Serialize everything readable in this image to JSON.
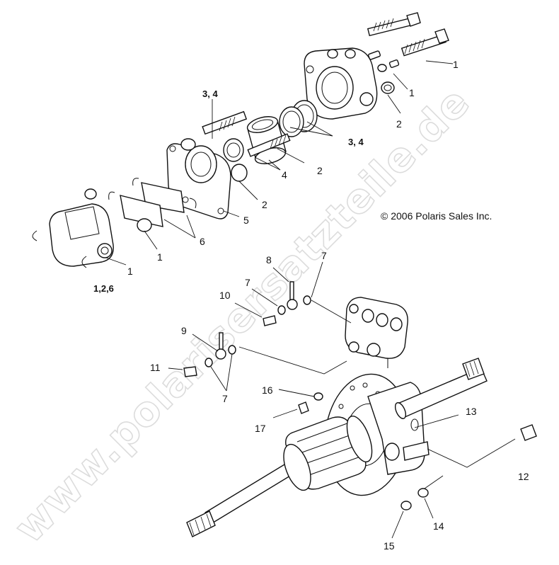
{
  "copyright": "© 2006 Polaris Sales Inc.",
  "watermark": "www.polarisersatzteile.de",
  "callouts": {
    "c1_top": "1",
    "c1_mid": "1",
    "c2_right": "2",
    "c34_right": "3, 4",
    "c34_top": "3, 4",
    "c2_piston": "2",
    "c4": "4",
    "c2_low": "2",
    "c5": "5",
    "c6": "6",
    "c1_pin": "1",
    "c1_body": "1",
    "c126": "1,2,6",
    "c8": "8",
    "c7_top": "7",
    "c7_left": "7",
    "c10": "10",
    "c9": "9",
    "c11": "11",
    "c7_bottom": "7",
    "c16": "16",
    "c17": "17",
    "c13": "13",
    "c12": "12",
    "c14": "14",
    "c15": "15"
  }
}
